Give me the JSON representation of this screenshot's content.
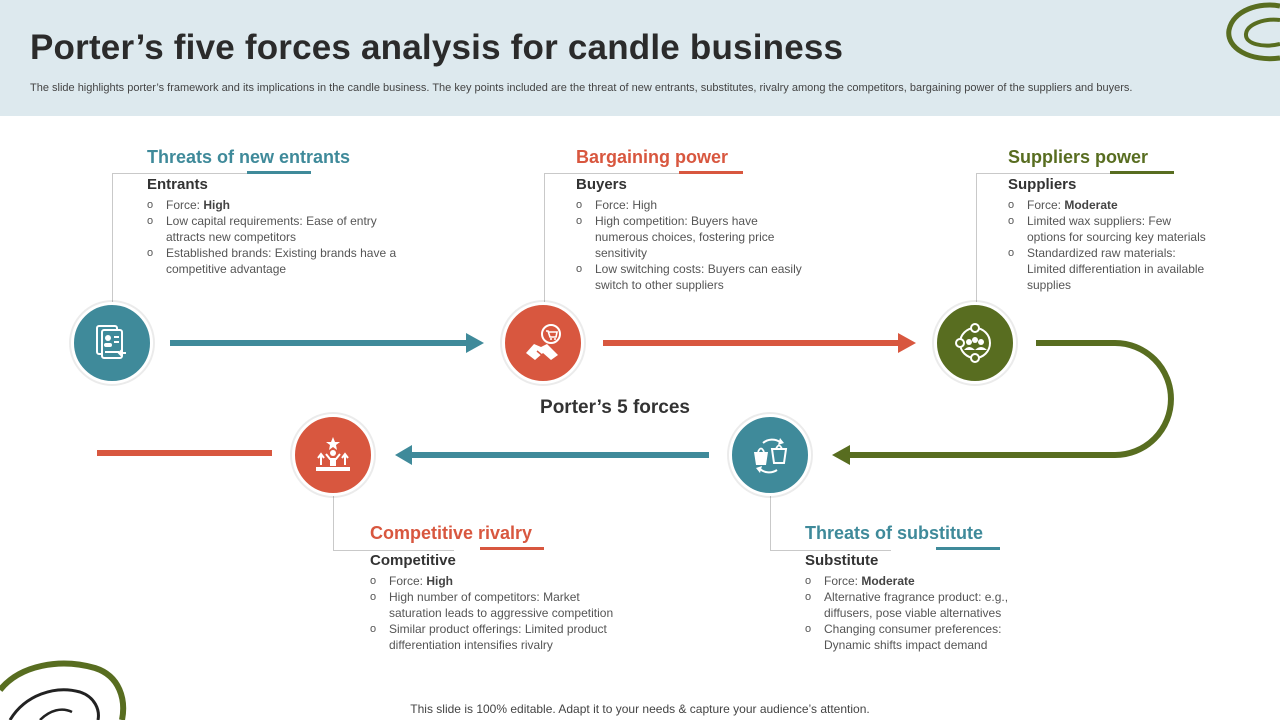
{
  "header": {
    "title": "Porter’s five forces analysis for candle business",
    "subtitle": "The slide highlights porter’s framework and its implications in the candle business. The key points included are the threat of new entrants, substitutes, rivalry among the competitors, bargaining power of the suppliers and buyers."
  },
  "center_label": "Porter’s 5 forces",
  "colors": {
    "teal": "#3f8a9a",
    "red": "#d8573f",
    "olive": "#586d20"
  },
  "blocks": {
    "entrants": {
      "title": "Threats of new entrants",
      "subtitle": "Entrants",
      "force_prefix": "Force: ",
      "force_value": "High",
      "points": [
        "Low capital requirements:  Ease of entry attracts new competitors",
        "Established brands: Existing brands have  a competitive  advantage"
      ],
      "icon": "document-user-icon"
    },
    "bargaining": {
      "title": "Bargaining power",
      "subtitle": "Buyers",
      "force_prefix": "Force: ",
      "force_value": "High",
      "points": [
        "High competition: Buyers have numerous  choices,  fostering price sensitivity",
        "Low switching costs: Buyers can easily switch to other suppliers"
      ],
      "icon": "handshake-cart-icon"
    },
    "suppliers": {
      "title": "Suppliers power",
      "subtitle": "Suppliers",
      "force_prefix": "Force: ",
      "force_value": "Moderate",
      "points": [
        "Limited wax suppliers: Few options for sourcing key materials",
        "Standardized raw materials: Limited differentiation  in available  supplies"
      ],
      "icon": "supplier-network-icon"
    },
    "rivalry": {
      "title": "Competitive rivalry",
      "subtitle": "Competitive",
      "force_prefix": "Force: ",
      "force_value": "High",
      "points": [
        "High number of competitors: Market saturation leads to aggressive  competition",
        "Similar product offerings:  Limited product differentiation  intensifies rivalry"
      ],
      "icon": "podium-award-icon"
    },
    "substitute": {
      "title": "Threats of substitute",
      "subtitle": "Substitute",
      "force_prefix": "Force: ",
      "force_value": "Moderate",
      "points": [
        "Alternative fragrance  product:  e.g., diffusers,  pose  viable  alternatives",
        "Changing  consumer  preferences: Dynamic shifts impact demand"
      ],
      "icon": "shopping-bags-exchange-icon"
    }
  },
  "footer": "This slide is 100% editable. Adapt it to your needs & capture your audience’s attention."
}
